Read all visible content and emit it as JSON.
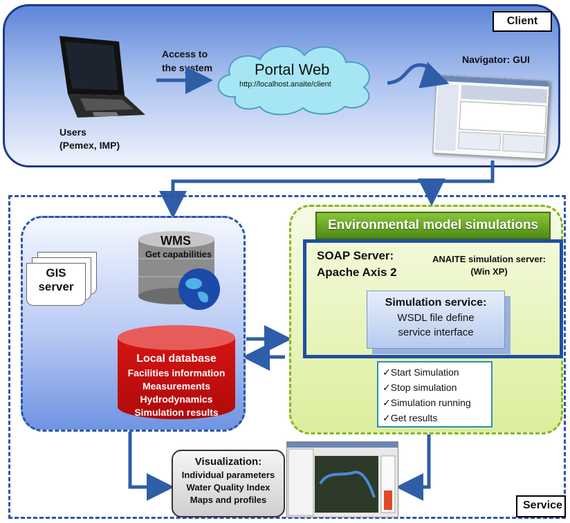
{
  "client": {
    "label": "Client",
    "access_line1": "Access to",
    "access_line2": "the system",
    "portal_title": "Portal Web",
    "portal_url": "http://localhost.anaite/client",
    "navigator_label": "Navigator: GUI",
    "users_line1": "Users",
    "users_line2": "(Pemex, IMP)"
  },
  "service": {
    "label": "Service",
    "wms_title": "WMS",
    "wms_sub": "Get capabilities",
    "gis_line1": "GIS",
    "gis_line2": "server",
    "db_title": "Local database",
    "db_lines": [
      "Facilities information",
      "Measurements",
      "Hydrodynamics",
      "Simulation results"
    ]
  },
  "simulation": {
    "title": "Environmental model simulations",
    "soap_line1": "SOAP Server:",
    "soap_line2": "Apache Axis 2",
    "anaite_line1": "ANAITE simulation server:",
    "anaite_line2": "(Win XP)",
    "service_title": "Simulation service:",
    "service_line1": "WSDL file define",
    "service_line2": "service interface",
    "operations": [
      "Start Simulation",
      "Stop simulation",
      "Simulation running",
      "Get results"
    ]
  },
  "visualization": {
    "title": "Visualization:",
    "lines": [
      "Individual parameters",
      "Water Quality Index",
      "Maps and profiles"
    ]
  },
  "colors": {
    "client_border": "#1f3a8a",
    "service_border": "#2b55a8",
    "sim_green": "#86b423",
    "db_red": "#d51414",
    "arrow_blue": "#2f5ea8"
  }
}
